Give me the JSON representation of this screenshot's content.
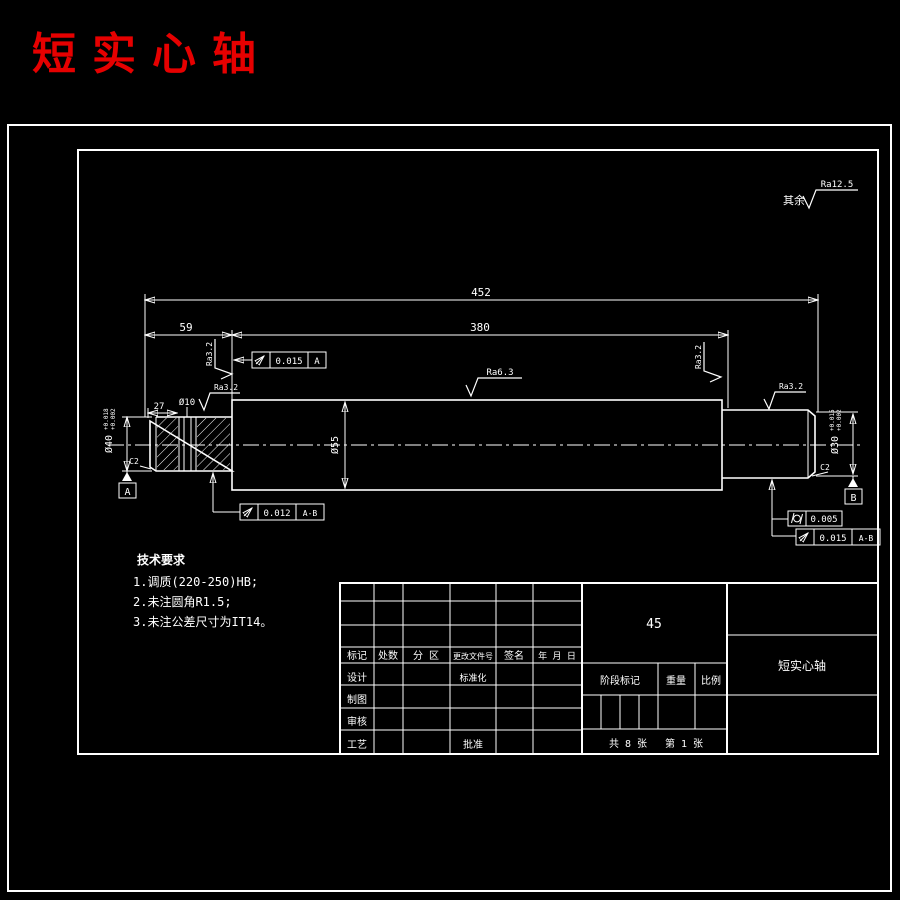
{
  "title": "短实心轴",
  "annotations": {
    "surface_rest_prefix": "其余",
    "surface_rest": "Ra12.5",
    "surface_body": "Ra6.3",
    "surface_groove": "Ra3.2",
    "surface_right": "Ra3.2",
    "surface_left_step": "Ra3.2",
    "surface_right_step": "Ra3.2",
    "dim_overall": "452",
    "dim_body": "380",
    "dim_left": "59",
    "dim_knurl": "27",
    "dim_groove": "Ø10",
    "dia_left": "Ø40",
    "dia_left_tol_hi": "+0.018",
    "dia_left_tol_lo": "+0.002",
    "dia_body": "Ø55",
    "dia_right": "Ø30",
    "dia_right_tol_hi": "+0.015",
    "dia_right_tol_lo": "+0.002",
    "chamfer_left": "C2",
    "chamfer_right": "C2",
    "datum_a": "A",
    "datum_b": "B",
    "fcf_runout_step_value": "0.015",
    "fcf_runout_step_datum": "A",
    "fcf_runout_left_value": "0.012",
    "fcf_runout_left_datum": "A-B",
    "fcf_cylindricity_value": "0.005",
    "fcf_runout_right_value": "0.015",
    "fcf_runout_right_datum": "A-B"
  },
  "tech_req": {
    "heading": "技术要求",
    "items": [
      "1.调质(220-250)HB;",
      "2.未注圆角R1.5;",
      "3.未注公差尺寸为IT14。"
    ]
  },
  "title_block": {
    "material": "45",
    "part_name": "短实心轴",
    "header_cols": [
      "标记",
      "处数",
      "分 区",
      "更改文件号",
      "签名",
      "年 月 日"
    ],
    "row_labels": [
      "设计",
      "制图",
      "审核",
      "工艺"
    ],
    "aux_labels": [
      "标准化",
      "批准"
    ],
    "stage_label": "阶段标记",
    "weight_label": "重量",
    "scale_label": "比例",
    "sheet_total": "共 8 张",
    "sheet_no": "第 1 张"
  }
}
